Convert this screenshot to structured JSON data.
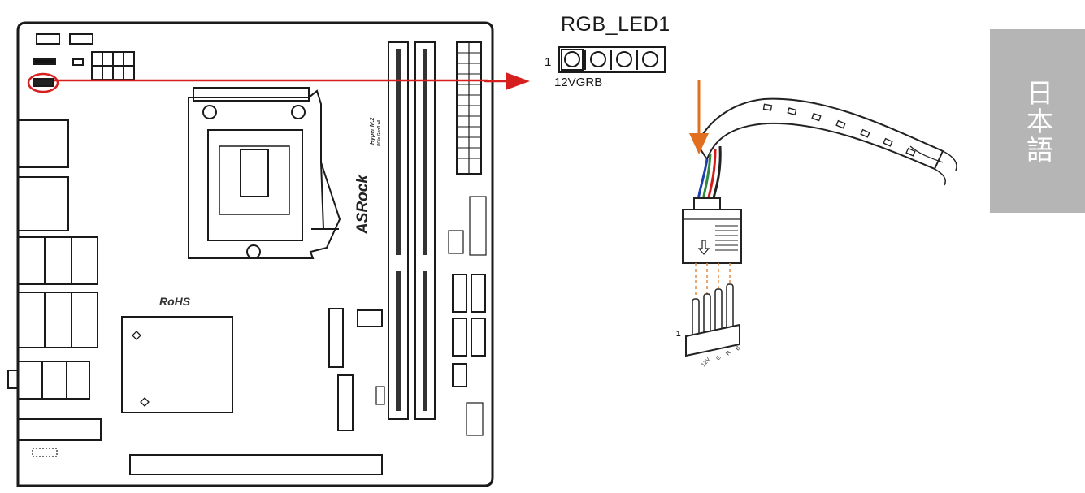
{
  "connector": {
    "title": "RGB_LED1",
    "pin1_marker": "1",
    "pin_labels": "12VGRB"
  },
  "board": {
    "brand": "ASRock",
    "rohs": "RoHS",
    "m2_label_line1": "Hyper M.2",
    "m2_label_line2": "PCIe Gen3 x4"
  },
  "cable": {
    "pin1_marker": "1",
    "pin_labels": [
      "12V",
      "G",
      "R",
      "B"
    ],
    "wire_colors": [
      "#1f3fb0",
      "#2e8b3e",
      "#d21c1c",
      "#222222"
    ]
  },
  "colors": {
    "pointer_arrow": "#d62020",
    "insert_arrow": "#e07020",
    "highlight_ring": "#d62020",
    "language_tab": "#b5b5b5"
  },
  "language_tab": {
    "label": "日本語"
  }
}
